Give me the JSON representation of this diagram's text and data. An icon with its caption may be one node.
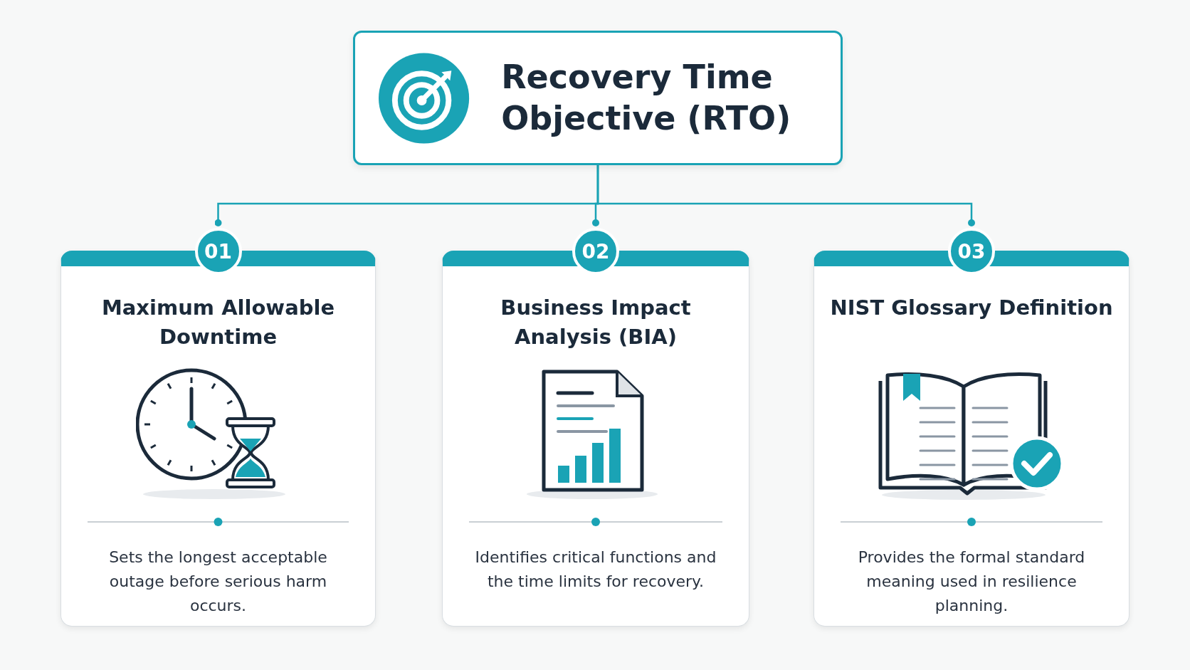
{
  "diagram": {
    "nodes": [
      {
        "text": [
          "Recovery Time Objective (RTO)"
        ]
      },
      {
        "text": [
          "01",
          "Maximum Allowable Downtime",
          "Sets the longest acceptable outage before serious harm occurs."
        ]
      },
      {
        "text": [
          "02",
          "Business Impact Analysis (BIA)",
          "Identifies critical functions and the time limits for recovery."
        ]
      },
      {
        "text": [
          "03",
          "NIST Glossary Definition",
          "Provides the formal standard meaning used in resilience planning."
        ]
      }
    ],
    "edges": [
      {
        "from": 0,
        "to": 1,
        "arrow": "other"
      },
      {
        "from": 0,
        "to": 2,
        "arrow": "other"
      },
      {
        "from": 0,
        "to": 3,
        "arrow": "other"
      }
    ]
  }
}
